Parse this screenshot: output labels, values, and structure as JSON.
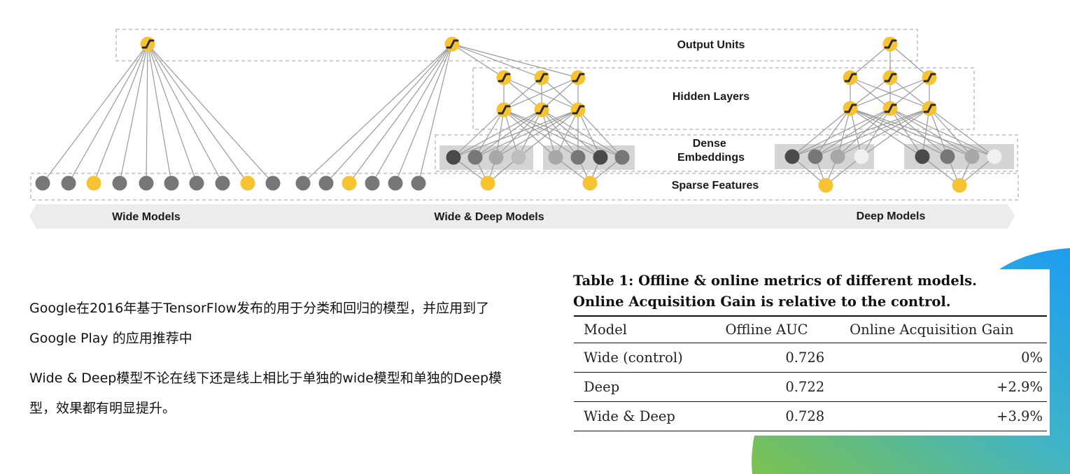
{
  "diagram": {
    "layers": {
      "output": "Output Units",
      "hidden": "Hidden Layers",
      "dense": "Dense\nEmbeddings",
      "sparse": "Sparse Features"
    },
    "models": [
      "Wide Models",
      "Wide & Deep Models",
      "Deep Models"
    ]
  },
  "text": {
    "paragraph1": "Google在2016年基于TensorFlow发布的用于分类和回归的模型，并应用到了 Google Play 的应用推荐中",
    "paragraph2": "Wide & Deep模型不论在线下还是线上相比于单独的wide模型和单独的Deep模型，效果都有明显提升。"
  },
  "table": {
    "caption": "Table 1: Offline & online metrics of different models. Online Acquisition Gain is relative to the control.",
    "headers": [
      "Model",
      "Offline AUC",
      "Online Acquisition Gain"
    ],
    "rows": [
      [
        "Wide (control)",
        "0.726",
        "0%"
      ],
      [
        "Deep",
        "0.722",
        "+2.9%"
      ],
      [
        "Wide & Deep",
        "0.728",
        "+3.9%"
      ]
    ]
  },
  "colors": {
    "active_unit": "#f7c331",
    "unit_dark": "#4a4a4a",
    "unit_mid": "#777777",
    "unit_light": "#a8a8a8",
    "unit_white": "#f0f0f0",
    "edge": "#9a9a9a",
    "accent_blue": "#2aa3e8",
    "accent_green": "#7cc24f"
  }
}
